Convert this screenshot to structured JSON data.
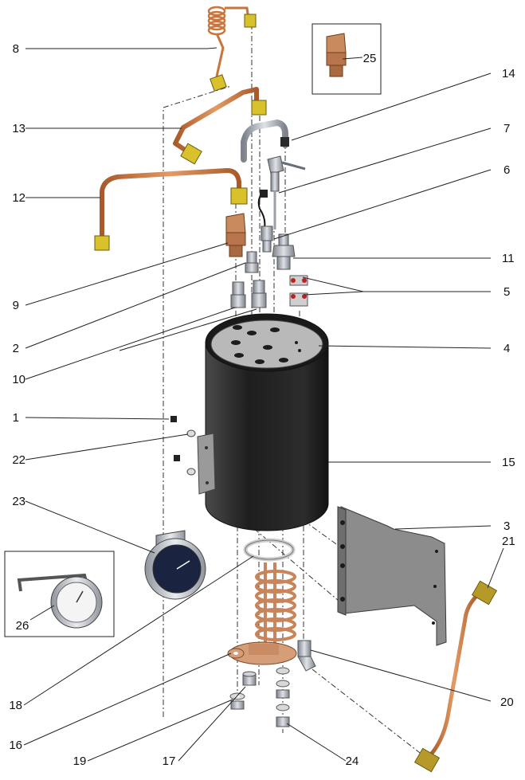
{
  "diagram": {
    "labels": [
      "8",
      "13",
      "12",
      "9",
      "2",
      "10",
      "1",
      "22",
      "23",
      "26",
      "18",
      "16",
      "19",
      "17",
      "25",
      "14",
      "7",
      "6",
      "11",
      "5",
      "4",
      "15",
      "3",
      "21",
      "20",
      "24"
    ]
  },
  "colors": {
    "copper": "#c8743a",
    "brass": "#d8c12a",
    "boiler": "#2a2a2a",
    "bracket": "#8c8c8c",
    "steel": "#b8bcc4"
  }
}
